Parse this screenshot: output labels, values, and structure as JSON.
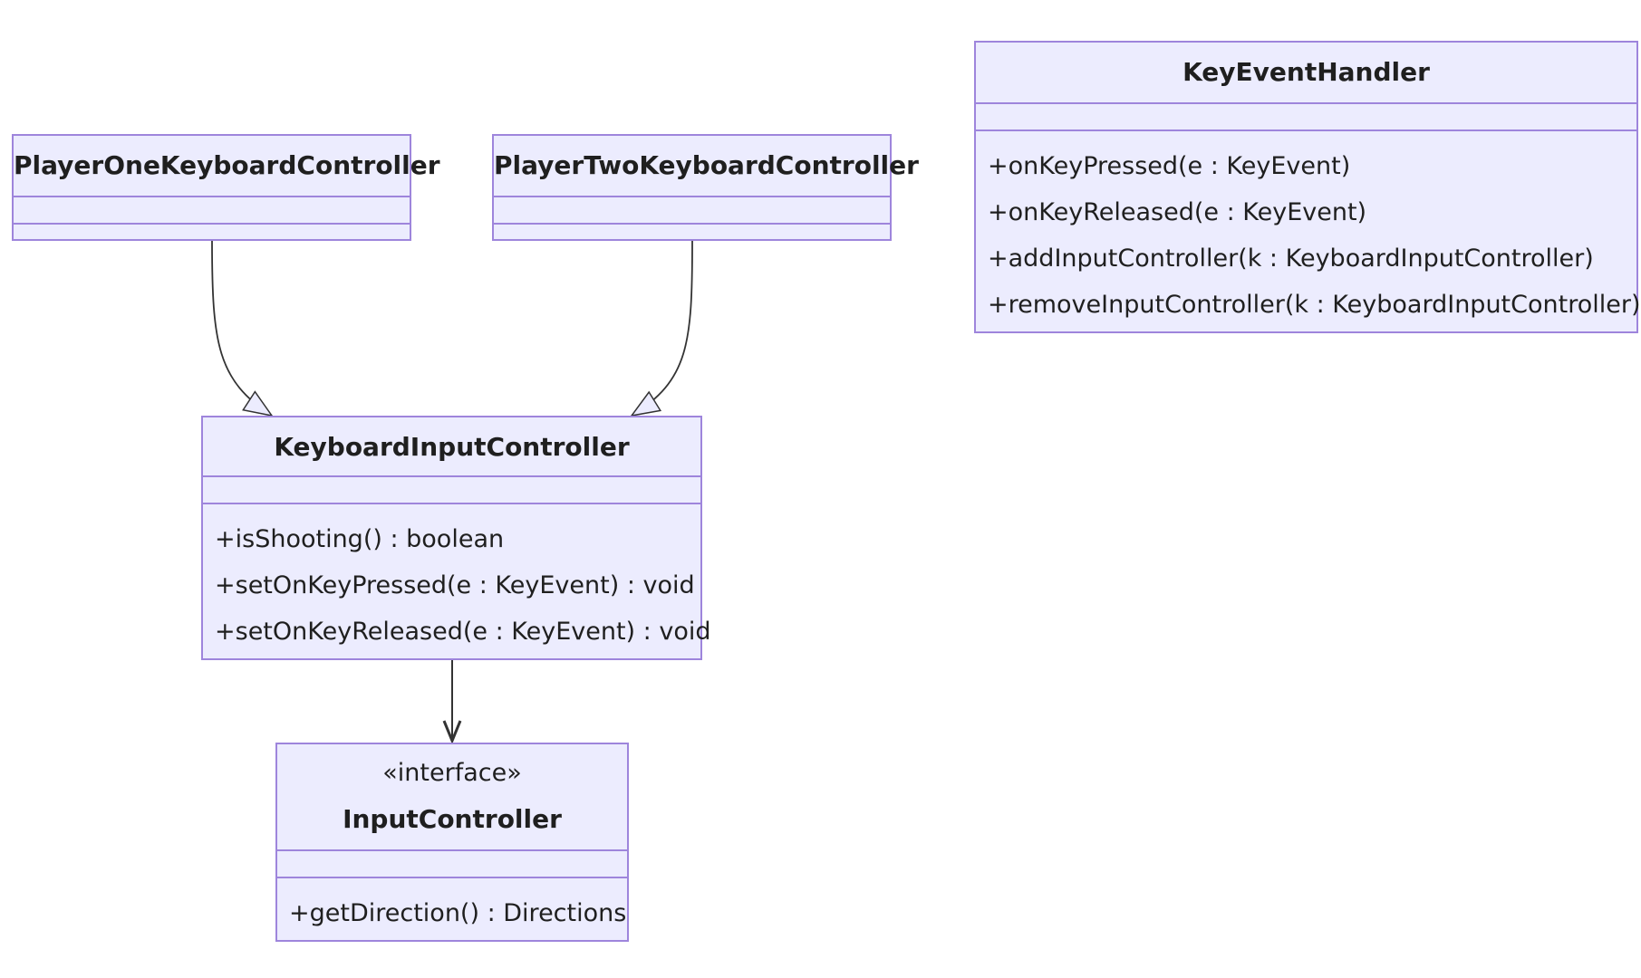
{
  "colors": {
    "box_fill": "#ececfe",
    "box_border": "#9e85dc",
    "edge": "#333333"
  },
  "classes": {
    "player_one": {
      "name": "PlayerOneKeyboardController"
    },
    "player_two": {
      "name": "PlayerTwoKeyboardController"
    },
    "keyboard_input": {
      "name": "KeyboardInputController",
      "methods": [
        "+isShooting() : boolean",
        "+setOnKeyPressed(e : KeyEvent) : void",
        "+setOnKeyReleased(e : KeyEvent) : void"
      ]
    },
    "input_controller": {
      "stereotype": "«interface»",
      "name": "InputController",
      "methods": [
        "+getDirection() : Directions"
      ]
    },
    "key_event_handler": {
      "name": "KeyEventHandler",
      "methods": [
        "+onKeyPressed(e : KeyEvent)",
        "+onKeyReleased(e : KeyEvent)",
        "+addInputController(k : KeyboardInputController)",
        "+removeInputController(k : KeyboardInputController)"
      ]
    }
  },
  "relations": [
    {
      "from": "PlayerOneKeyboardController",
      "to": "KeyboardInputController",
      "type": "inheritance"
    },
    {
      "from": "PlayerTwoKeyboardController",
      "to": "KeyboardInputController",
      "type": "inheritance"
    },
    {
      "from": "KeyboardInputController",
      "to": "InputController",
      "type": "association"
    }
  ]
}
